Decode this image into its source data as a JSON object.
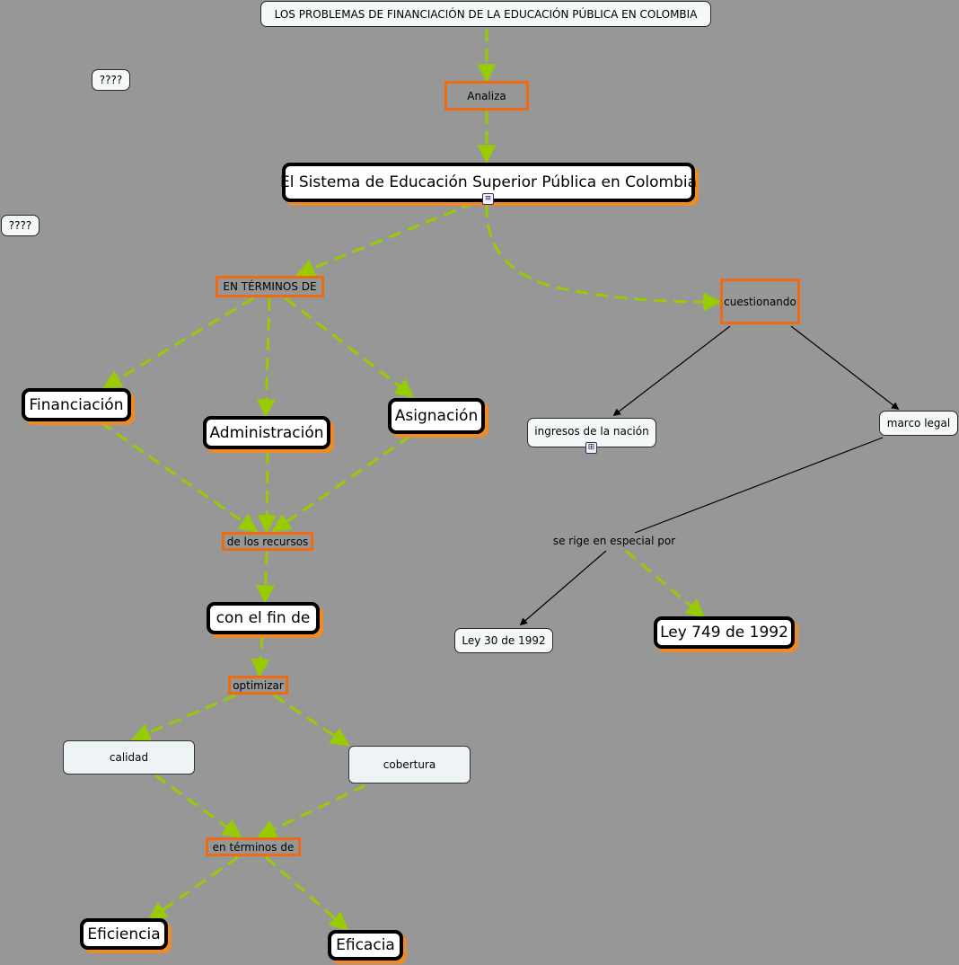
{
  "map": {
    "title": "LOS PROBLEMAS DE FINANCIACIÓN DE LA EDUCACIÓN PÚBLICA EN COLOMBIA",
    "unknown_1": "????",
    "unknown_2": "????",
    "analiza": "Analiza",
    "sistema": "El Sistema de Educación Superior Pública en Colombia",
    "en_terminos_de_upper": "EN TÉRMINOS DE",
    "cuestionando": "cuestionando",
    "financiacion": "Financiación",
    "administracion": "Administración",
    "asignacion": "Asignación",
    "ingresos": "ingresos de la nación",
    "marco_legal": "marco legal",
    "de_los_recursos": "de los recursos",
    "se_rige": "se rige en especial por",
    "ley30": "Ley 30 de 1992",
    "ley749": "Ley 749 de 1992",
    "con_el_fin": "con el fin de",
    "optimizar": "optimizar",
    "calidad": "calidad",
    "cobertura": "cobertura",
    "en_terminos_de_lower": "en términos de",
    "eficiencia": "Eficiencia",
    "eficacia": "Eficacia"
  },
  "colors": {
    "background": "#979797",
    "dashed_link": "#99cc00",
    "solid_link": "#000000",
    "linking_border": "#ee6b12",
    "shadow": "#f08a24"
  },
  "icons": {
    "sistema_resource": "document-icon",
    "ingresos_resource": "concept-map-icon"
  }
}
